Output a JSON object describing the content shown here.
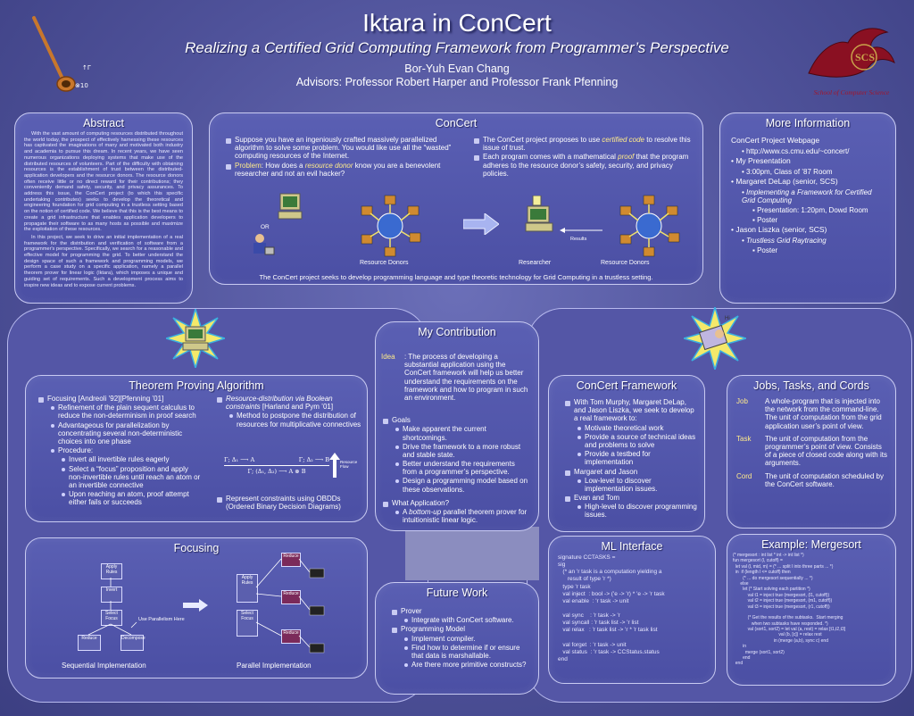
{
  "header": {
    "title": "Iktara in ConCert",
    "subtitle": "Realizing a Certified Grid Computing Framework from Programmer’s Perspective",
    "author": "Bor-Yuh Evan Chang",
    "advisors": "Advisors:  Professor Robert Harper and Professor Frank Pfenning",
    "logo_text": "SCS",
    "logo_caption": "School of Computer Science"
  },
  "abstract": {
    "title": "Abstract",
    "p1": "With the vast amount of computing resources distributed throughout the world today, the prospect of effectively harnessing these resources has captivated the imaginations of many and motivated both industry and academia to pursue this dream. In recent years, we have seen numerous organizations deploying systems that make use of the distributed resources of volunteers. Part of the difficulty with obtaining resources is the establishment of trust between the distributed-application developers and the resource donors. The resource donors often receive little or no direct reward for their contributions; they conveniently demand safety, security, and privacy assurances. To address this issue, the ConCert project (to which this specific undertaking contributes) seeks to develop the theoretical and engineering foundation for grid computing in a trustless setting based on the notion of certified code. We believe that this is the best means to create a grid infrastructure that enables application developers to propagate their software to as many hosts as possible and maximize the exploitation of these resources.",
    "p2": "In this project, we seek to drive an initial implementation of a real framework for the distribution and verification of software from a programmer's perspective. Specifically, we search for a reasonable and effective model for programming the grid. To better understand the design space of such a framework and programming models, we perform a case study on a specific application, namely a parallel theorem prover for linear logic (Iktara), which imposes a unique and guiding set of requirements. Such a development process aims to inspire new ideas and to expose current problems."
  },
  "concert": {
    "title": "ConCert",
    "b1": "Suppose you have an ingeniously crafted massively parallelized algorithm to solve some problem.  You would like use all the “wasted” computing resources of the Internet.",
    "problem_label": "Problem",
    "problem_pre": ":  How does a ",
    "problem_em": "resource donor",
    "problem_post": " know you are a benevolent researcher and not an evil hacker?",
    "b3_pre": "The ConCert project proposes to use ",
    "b3_em": "certified code",
    "b3_post": " to resolve this issue of trust.",
    "b4_pre": "Each program comes with a mathematical ",
    "b4_em": "proof",
    "b4_post": " that the program adheres to the resource donor’s safety, security, and privacy policies.",
    "or_label": "OR",
    "donors_label_left": "Resource Donors",
    "researcher_label": "Researcher",
    "donors_label_right": "Resource Donors",
    "results_label": "Results",
    "footer": "The ConCert project seeks to develop programming language and type theoretic technology for Grid Computing in a trustless setting."
  },
  "more_info": {
    "title": "More Information",
    "items": [
      {
        "text": "ConCert Project Webpage",
        "level": 0,
        "bullet": false
      },
      {
        "text": "http://www.cs.cmu.edu/~concert/",
        "level": 1
      },
      {
        "text": "My Presentation",
        "level": 0
      },
      {
        "text": "3:00pm, Class of ’87 Room",
        "level": 1
      },
      {
        "text": "Margaret DeLap (senior, SCS)",
        "level": 0
      },
      {
        "text": "Implementing a Framework for Certified Grid Computing",
        "level": 1,
        "italic": true
      },
      {
        "text": "Presentation:  1:20pm, Dowd Room",
        "level": 2
      },
      {
        "text": "Poster",
        "level": 2
      },
      {
        "text": "Jason Liszka (senior, SCS)",
        "level": 0
      },
      {
        "text": "Trustless Grid Raytracing",
        "level": 1,
        "italic": true
      },
      {
        "text": "Poster",
        "level": 2
      }
    ]
  },
  "contribution": {
    "title": "My Contribution",
    "idea_label": "Idea",
    "idea_text": ":  The process of developing a substantial application using the ConCert framework will help us better understand the requirements on the framework and how to program in such an environment.",
    "goals_label": "Goals",
    "goals": [
      "Make apparent the current shortcomings.",
      "Drive the framework to a more robust and stable state.",
      "Better understand the requirements from a programmer’s perspective.",
      "Design a programming model based on these observations."
    ],
    "what_label": "What Application?",
    "what_pre": "A ",
    "what_em": "bottom-up",
    "what_post": " parallel theorem prover for intuitionistic linear logic."
  },
  "theorem": {
    "title": "Theorem Proving Algorithm",
    "focusing_label": "Focusing [Andreoli ’92][Pfenning ’01]",
    "focusing_items": [
      "Refinement of the plain sequent calculus to reduce the non-determinism in proof search",
      "Advantageous for parallelization by concentrating several non-deterministic choices into one phase",
      "Procedure:"
    ],
    "procedure": [
      "Invert all invertible rules eagerly",
      "Select a “focus” proposition and apply non-invertible rules until reach an atom or an invertible connective",
      "Upon reaching an atom, proof attempt either fails or succeeds"
    ],
    "rd_label": "Resource-distribution via Boolean constraints",
    "rd_cite": " [Harland and Pym ’01]",
    "rd_items": [
      "Method to postpone the distribution of resources for multiplicative connectives"
    ],
    "rule_l1": "Γ; Δ₁ ⟶ A",
    "rule_l2": "Γ; Δ₂ ⟶ B",
    "rule_c": "Γ; (Δ₁, Δ₂) ⟶ A ⊗ B",
    "rule_side": "Resource Flow",
    "obdd": "Represent constraints using OBDDs (Ordered Binary Decision Diagrams)"
  },
  "focusing": {
    "title": "Focusing",
    "parallelism": "Use Parallelism Here",
    "seq_label": "Sequential Implementation",
    "par_label": "Parallel Implementation",
    "box_texts": [
      "Apply Rules",
      "Invert",
      "Select Focus",
      "Reduce",
      "Decompose"
    ]
  },
  "framework": {
    "title": "ConCert Framework",
    "intro": "With Tom Murphy, Margaret DeLap, and Jason Liszka, we seek to develop a real framework to:",
    "items": [
      "Motivate theoretical work",
      "Provide a source of technical ideas and problems to solve",
      "Provide a testbed for implementation"
    ],
    "md_label": "Margaret and Jason",
    "md_items": [
      "Low-level to discover implementation issues."
    ],
    "et_label": "Evan and Tom",
    "et_items": [
      "High-level to discover programming issues."
    ]
  },
  "jobs": {
    "title": "Jobs, Tasks, and Cords",
    "rows": [
      {
        "term": "Job",
        "def": "A whole-program that is injected into the network from the command-line.  The unit of computation from the grid application user’s point of view."
      },
      {
        "term": "Task",
        "def": "The unit of computation from the programmer’s point of view.  Consists of a piece of closed code along with its arguments."
      },
      {
        "term": "Cord",
        "def": "The unit of computation scheduled by the ConCert software."
      }
    ]
  },
  "ml": {
    "title": "ML Interface",
    "code": [
      "signature CCTASKS =",
      "sig",
      "   (* an 'r task is a computation yielding a",
      "      result of type 'r *)",
      "   type 'r task",
      "   val inject  : bool -> ('e -> 'r) * 'e -> 'r task",
      "   val enable  : 'r task -> unit",
      "",
      "   val sync    : 'r task -> 'r",
      "   val syncall : 'r task list -> 'r list",
      "   val relax   : 'r task list -> 'r * 'r task list",
      "",
      "   val forget  : 'r task -> unit",
      "   val status  : 'r task -> CCStatus.status",
      "end"
    ]
  },
  "future": {
    "title": "Future Work",
    "prover_label": "Prover",
    "prover_items": [
      "Integrate with ConCert software."
    ],
    "pm_label": "Programming Model",
    "pm_items": [
      "Implement compiler.",
      "Find how to determine if or ensure that data is marshallable.",
      "Are there more primitive constructs?"
    ]
  },
  "mergesort": {
    "title": "Example: Mergesort",
    "code": [
      "(* mergesort : int list * int -> int list *)",
      "fun mergesort (l, cutoff) =",
      "  let val (l, mid, m) = (* ... split l into three parts ... *)",
      "  in  if (length l <= cutoff) then",
      "        (* ... do mergesort sequentially ... *)",
      "      else",
      "        let (* Start solving each partition *)",
      "            val t1 = inject true (mergesort, (l1, cutoff))",
      "            val t2 = inject true (mergesort, (m1, cutoff))",
      "            val t3 = inject true (mergesort, (r1, cutoff))",
      "",
      "            (* Get the results of the subtasks.  Start merging",
      "               when two subtasks have responded. *)",
      "            val (sort1, sort2) = let val (a, rest) = relax [t1,t2,t3]",
      "                                     val (b, [c]) = relax rest",
      "                                 in (merge (a,b), sync c) end",
      "        in",
      "          merge (sort1, sort2)",
      "        end",
      "  end"
    ]
  },
  "colors": {
    "background": "#4f529a",
    "panel": "#5a5fb3",
    "border": "#c9cbf2",
    "keyword": "#ffd970"
  }
}
